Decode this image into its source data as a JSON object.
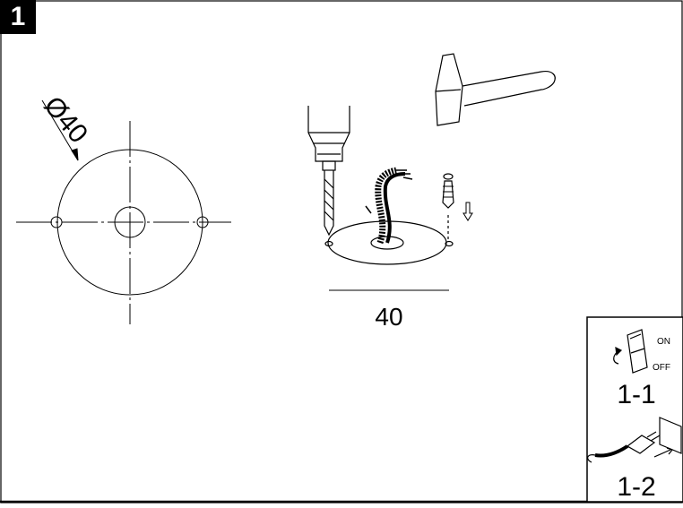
{
  "step": {
    "number": "1"
  },
  "template": {
    "diameter_label": "Ø40"
  },
  "install": {
    "dimension_label": "40"
  },
  "panel": {
    "switch_on": "ON",
    "switch_off": "OFF",
    "step_1_1": "1-1",
    "step_1_2": "1-2"
  },
  "colors": {
    "line": "#000000",
    "badge": "#000000",
    "background": "#ffffff"
  },
  "icons": [
    "drill-icon",
    "hammer-icon",
    "wall-plug-icon",
    "cable-icon",
    "rocker-switch-icon",
    "plug-icon",
    "socket-icon"
  ]
}
